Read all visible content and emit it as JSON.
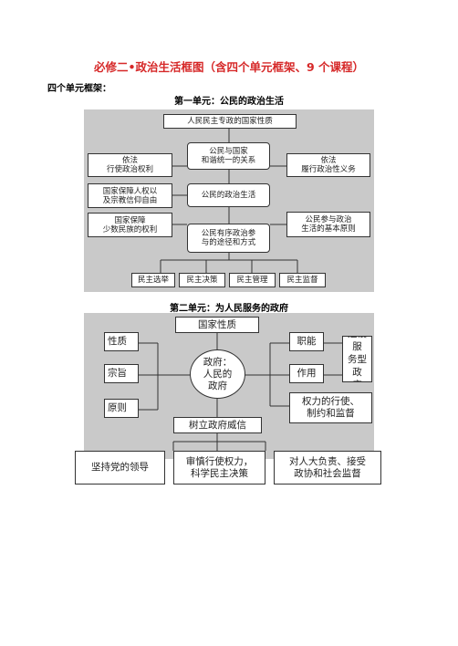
{
  "page": {
    "title": "必修二•政治生活框图（含四个单元框架、9 个课程）",
    "subtitle": "四个单元框架："
  },
  "unit1": {
    "title": "第一单元：公民的政治生活",
    "top": "人民民主专政的国家性质",
    "center1": "公民与国家\n和谐统一的关系",
    "center2": "公民的政治生活",
    "center3": "公民有序政治参\n与的途径和方式",
    "left1": "依法\n行使政治权利",
    "left2": "国家保障人权以\n及宗教信仰自由",
    "left3": "国家保障\n少数民族的权利",
    "right1": "依法\n履行政治性义务",
    "right2": "公民参与政治\n生活的基本原则",
    "bottom": [
      "民主选举",
      "民主决策",
      "民主管理",
      "民主监督"
    ]
  },
  "unit2": {
    "title": "第二单元：为人民服务的政府",
    "top": "国家性质",
    "center": "政府：\n人民的\n政府",
    "left": [
      "性质",
      "宗旨",
      "原则"
    ],
    "right1": "职能",
    "right2": "作用",
    "side": "建设服\n务型政\n府",
    "power": "权力的行使、\n制约和监督",
    "prestige": "树立政府威信",
    "bottom": [
      "坚持党的领导",
      "审慎行使权力，\n科学民主决策",
      "对人大负责、接受\n政协和社会监督"
    ]
  }
}
